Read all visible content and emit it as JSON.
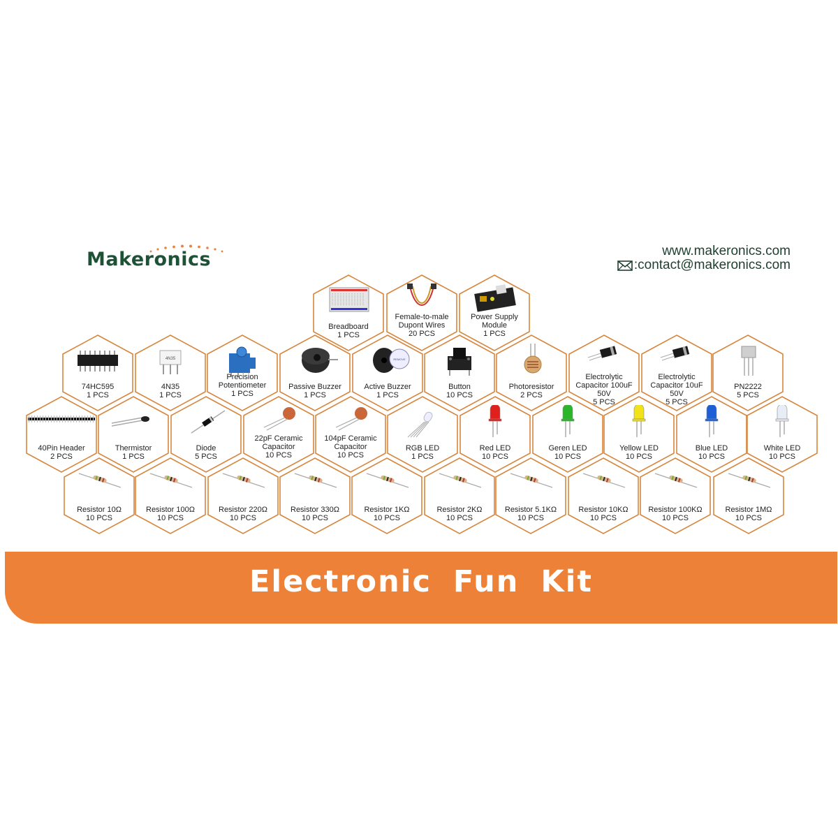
{
  "brand": {
    "name": "Makeronics",
    "color": "#1e5236",
    "dot_color": "#e8823c"
  },
  "contact": {
    "website": "www.makeronics.com",
    "email": ":contact@makeronics.com",
    "email_icon": "envelope-icon"
  },
  "theme": {
    "hex_border": "#d7863e",
    "banner_bg": "#ee8138"
  },
  "banner": {
    "title": "Electronic Fun Kit"
  },
  "items": [
    {
      "name": "Breadboard",
      "qty": "1 PCS",
      "icon": "breadboard-icon"
    },
    {
      "name": "Female-to-male Dupont Wires",
      "qty": "20 PCS",
      "icon": "dupont-wires-icon"
    },
    {
      "name": "Power Supply Module",
      "qty": "1 PCS",
      "icon": "power-supply-module-icon"
    },
    {
      "name": "74HC595",
      "qty": "1 PCS",
      "icon": "ic-chip-icon"
    },
    {
      "name": "4N35",
      "qty": "1 PCS",
      "icon": "optocoupler-icon"
    },
    {
      "name": "Precision Potentiometer",
      "qty": "1 PCS",
      "icon": "potentiometer-icon"
    },
    {
      "name": "Passive Buzzer",
      "qty": "1 PCS",
      "icon": "passive-buzzer-icon"
    },
    {
      "name": "Active Buzzer",
      "qty": "1 PCS",
      "icon": "active-buzzer-icon"
    },
    {
      "name": "Button",
      "qty": "10 PCS",
      "icon": "push-button-icon"
    },
    {
      "name": "Photoresistor",
      "qty": "2 PCS",
      "icon": "photoresistor-icon"
    },
    {
      "name": "Electrolytic Capacitor 100uF 50V",
      "qty": "5 PCS",
      "icon": "electrolytic-capacitor-icon"
    },
    {
      "name": "Electrolytic Capacitor 10uF 50V",
      "qty": "5 PCS",
      "icon": "electrolytic-capacitor-icon"
    },
    {
      "name": "PN2222",
      "qty": "5 PCS",
      "icon": "transistor-icon"
    },
    {
      "name": "40Pin Header",
      "qty": "2 PCS",
      "icon": "pin-header-icon"
    },
    {
      "name": "Thermistor",
      "qty": "1 PCS",
      "icon": "thermistor-icon"
    },
    {
      "name": "Diode",
      "qty": "5 PCS",
      "icon": "diode-icon"
    },
    {
      "name": "22pF Ceramic Capacitor",
      "qty": "10 PCS",
      "icon": "ceramic-capacitor-icon"
    },
    {
      "name": "104pF Ceramic Capacitor",
      "qty": "10 PCS",
      "icon": "ceramic-capacitor-icon"
    },
    {
      "name": "RGB LED",
      "qty": "1 PCS",
      "icon": "rgb-led-icon"
    },
    {
      "name": "Red LED",
      "qty": "10 PCS",
      "icon": "red-led-icon",
      "color": "#e0201c"
    },
    {
      "name": "Geren LED",
      "qty": "10 PCS",
      "icon": "green-led-icon",
      "color": "#2bb52b"
    },
    {
      "name": "Yellow LED",
      "qty": "10 PCS",
      "icon": "yellow-led-icon",
      "color": "#f2e21a"
    },
    {
      "name": "Blue LED",
      "qty": "10 PCS",
      "icon": "blue-led-icon",
      "color": "#1f5fd6"
    },
    {
      "name": "White LED",
      "qty": "10 PCS",
      "icon": "white-led-icon",
      "color": "#e8edf5"
    },
    {
      "name": "Resistor 10Ω",
      "qty": "10 PCS",
      "icon": "resistor-icon"
    },
    {
      "name": "Resistor 100Ω",
      "qty": "10 PCS",
      "icon": "resistor-icon"
    },
    {
      "name": "Resistor 220Ω",
      "qty": "10 PCS",
      "icon": "resistor-icon"
    },
    {
      "name": "Resistor 330Ω",
      "qty": "10 PCS",
      "icon": "resistor-icon"
    },
    {
      "name": "Resistor 1KΩ",
      "qty": "10 PCS",
      "icon": "resistor-icon"
    },
    {
      "name": "Resistor 2KΩ",
      "qty": "10 PCS",
      "icon": "resistor-icon"
    },
    {
      "name": "Resistor 5.1KΩ",
      "qty": "10 PCS",
      "icon": "resistor-icon"
    },
    {
      "name": "Resistor 10KΩ",
      "qty": "10 PCS",
      "icon": "resistor-icon"
    },
    {
      "name": "Resistor 100KΩ",
      "qty": "10 PCS",
      "icon": "resistor-icon"
    },
    {
      "name": "Resistor 1MΩ",
      "qty": "10 PCS",
      "icon": "resistor-icon"
    }
  ]
}
